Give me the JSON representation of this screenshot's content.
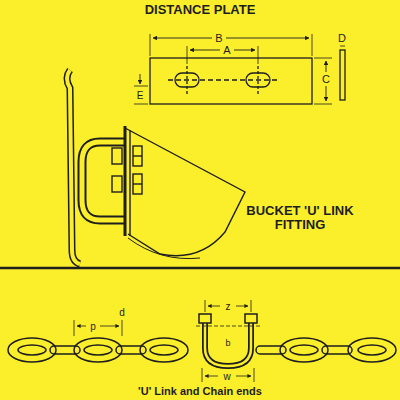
{
  "diagram": {
    "labels": [
      "DISTANCE PLATE",
      "B",
      "A",
      "E",
      "C",
      "D",
      "BUCKET 'U' LINK FITTING",
      "p",
      "d",
      "z",
      "b",
      "w",
      "'U' Link and Chain ends"
    ]
  }
}
